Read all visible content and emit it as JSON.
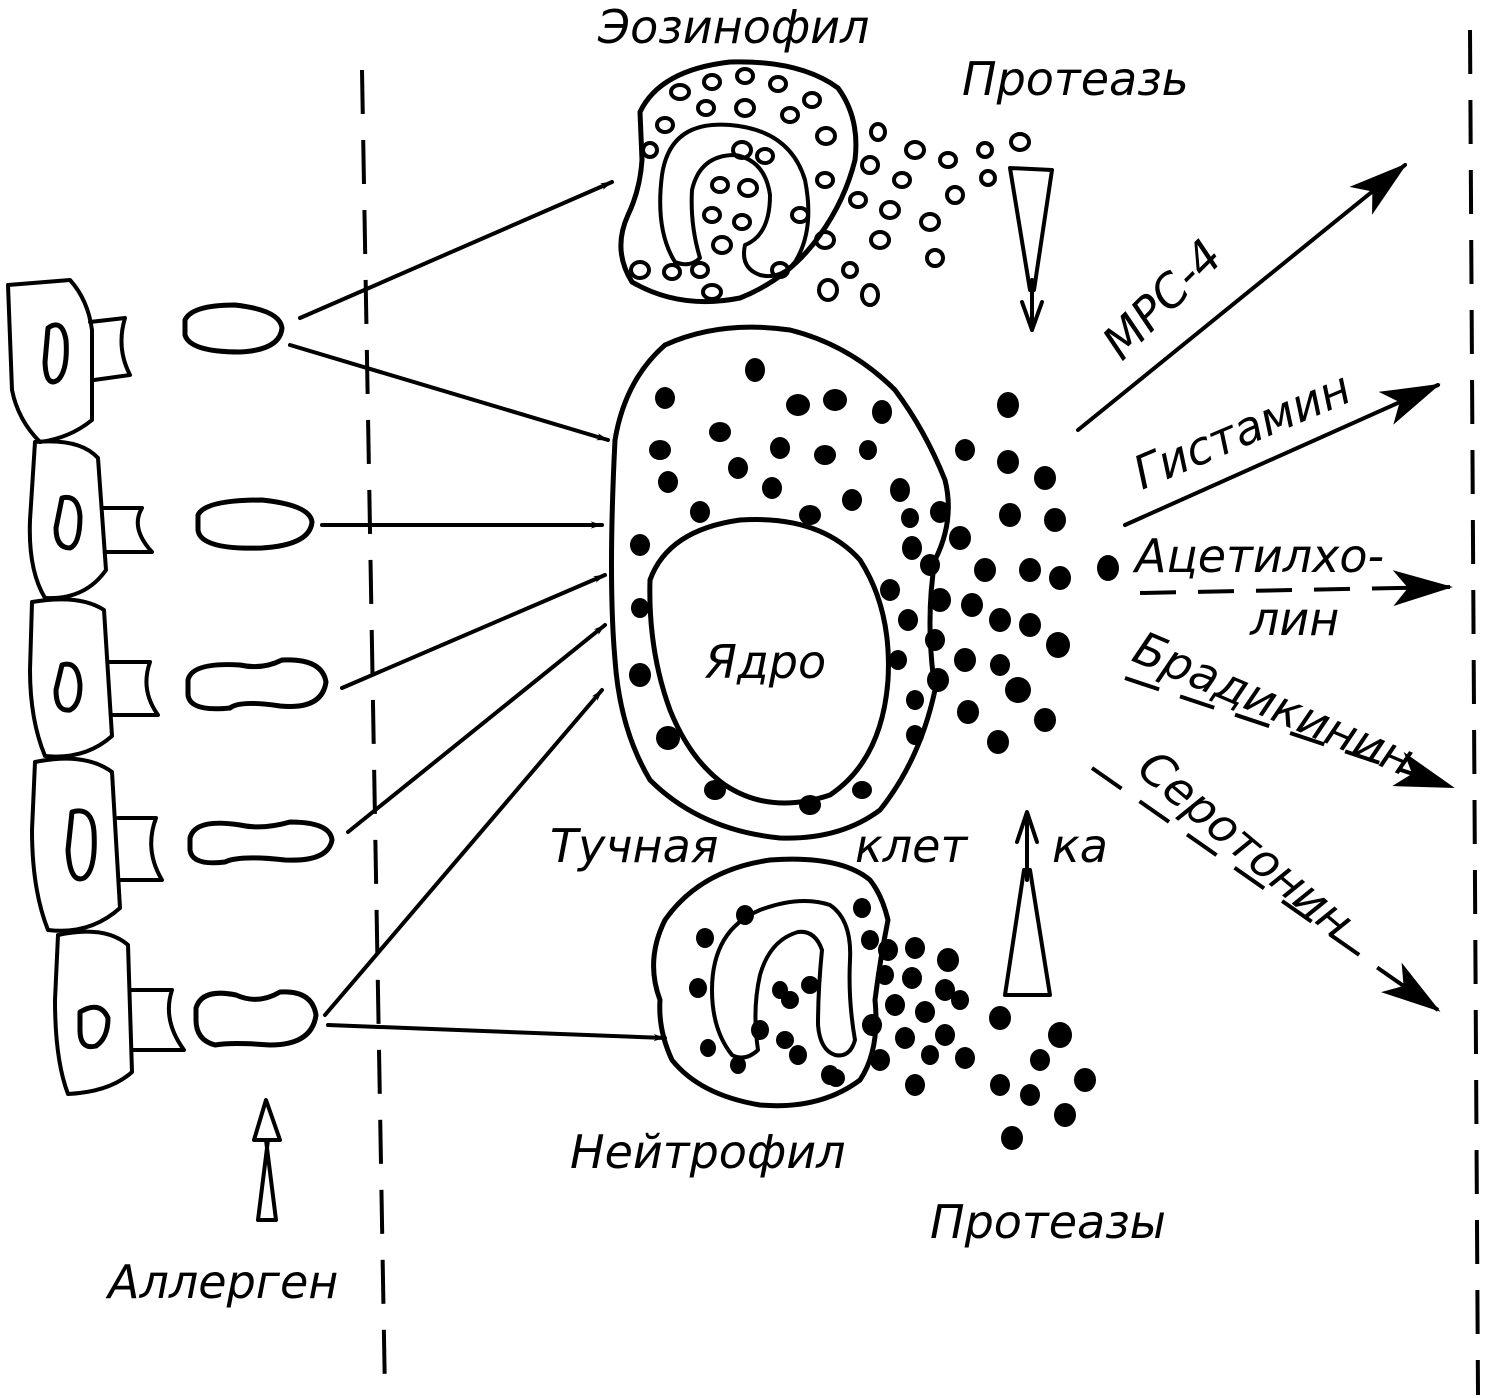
{
  "labels": {
    "eosinophil": "Эозинофил",
    "protease": "Протеазь",
    "mrc4": "МРС-4",
    "histamine": "Гистамин",
    "acetylcholine_1": "Ацетилхо-",
    "acetylcholine_2": "лин",
    "bradykinin": "Брадикинин",
    "serotonin": "Серотонин",
    "nucleus": "Ядро",
    "mast_cell_1": "Тучная",
    "mast_cell_2": "клет",
    "mast_cell_3": "ка",
    "neutrophil": "Нейтрофил",
    "proteases": "Протеазы",
    "allergen": "Аллерген"
  },
  "colors": {
    "ink": "#000000",
    "paper": "#ffffff"
  }
}
